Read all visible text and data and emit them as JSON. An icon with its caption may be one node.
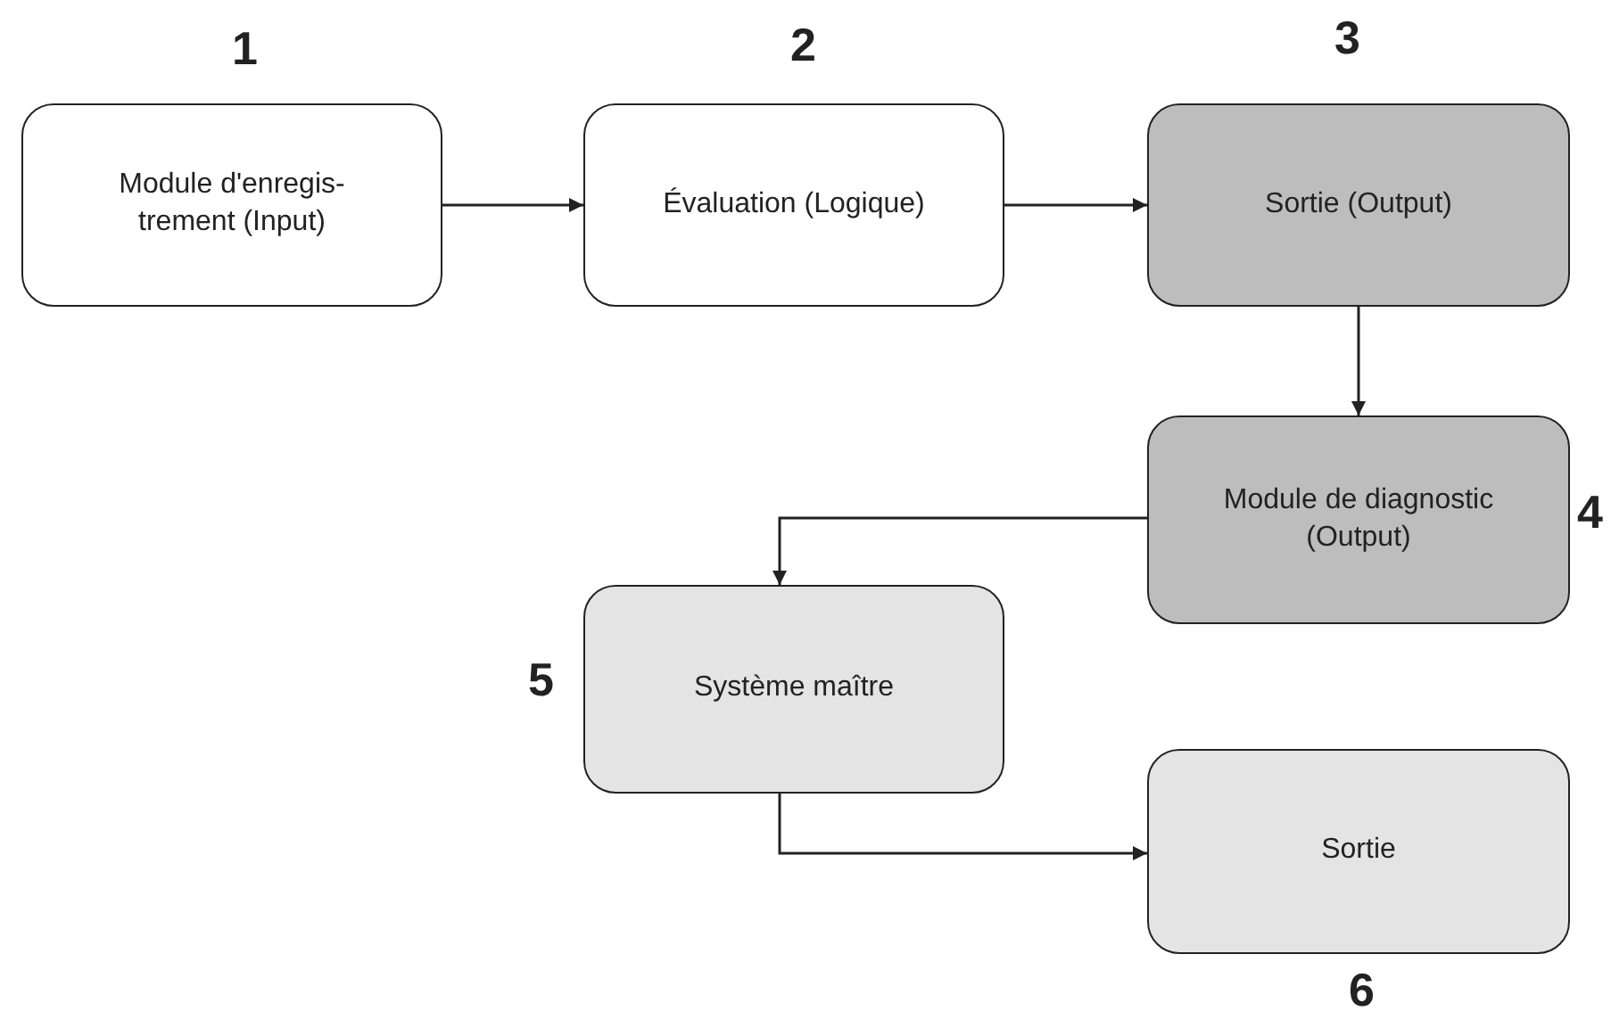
{
  "diagram": {
    "nodes": [
      {
        "text": [
          "Module d'enregis-trement (Input)"
        ],
        "beside": [
          "1"
        ]
      },
      {
        "text": [
          "Évaluation (Logique)"
        ],
        "beside": [
          "2"
        ]
      },
      {
        "text": [
          "Sortie (Output)"
        ],
        "beside": [
          "3"
        ]
      },
      {
        "text": [
          "Module de diagnostic (Output)"
        ],
        "beside": [
          "4"
        ]
      },
      {
        "text": [
          "Système maître"
        ],
        "beside": [
          "5"
        ]
      },
      {
        "text": [
          "Sortie"
        ],
        "beside": [
          "6"
        ]
      }
    ],
    "edges": [
      {
        "from": 0,
        "to": 1,
        "arrow": "to"
      },
      {
        "from": 1,
        "to": 2,
        "arrow": "to"
      },
      {
        "from": 2,
        "to": 3,
        "arrow": "to"
      },
      {
        "from": 3,
        "to": 4,
        "arrow": "to"
      },
      {
        "from": 4,
        "to": 5,
        "arrow": "to"
      }
    ]
  }
}
